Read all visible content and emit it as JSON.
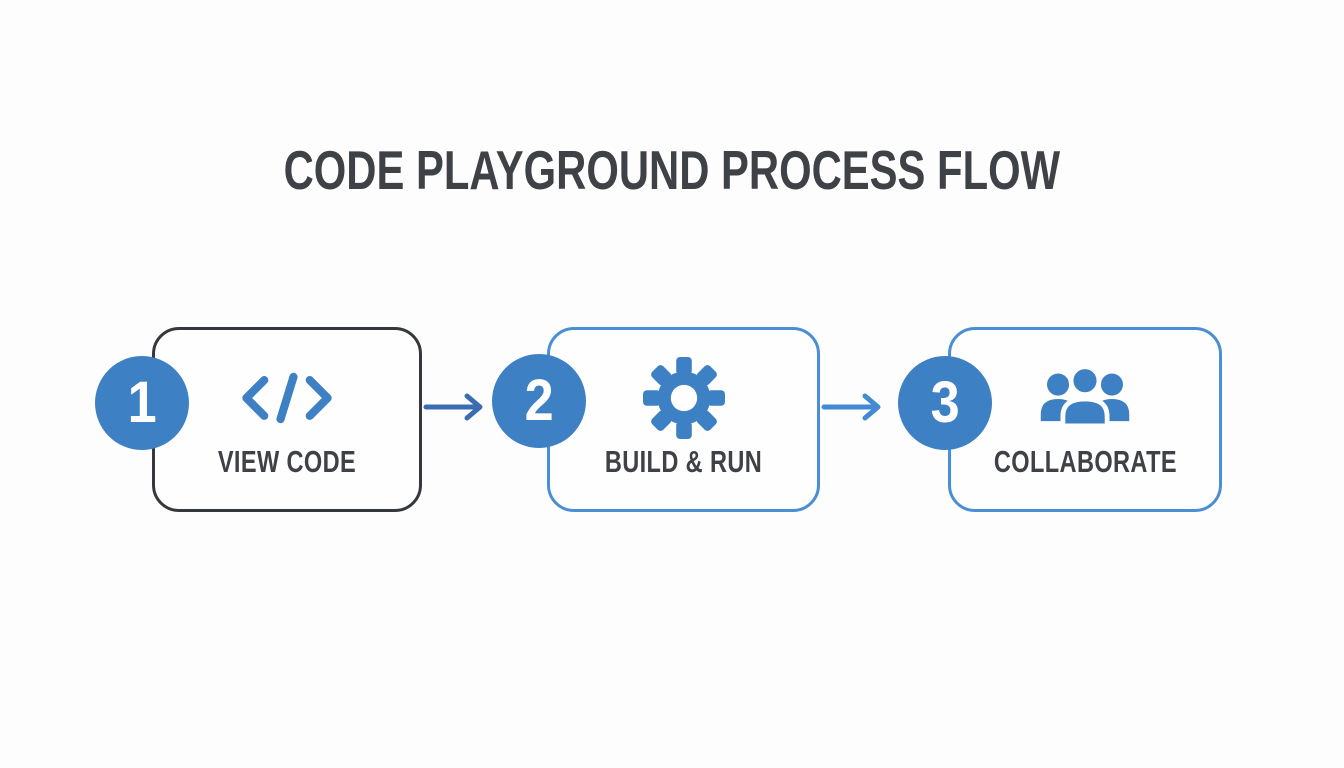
{
  "title": "CODE PLAYGROUND PROCESS FLOW",
  "colors": {
    "accent": "#3d80c4",
    "border_dark": "#35383c",
    "border_blue": "#4a8ed3",
    "text_dark": "#3e4247",
    "title": "#3e4146",
    "arrow_1": "#3b6cb2",
    "arrow_2": "#428ad2",
    "background": "#fdfdfd",
    "card": "#fefefe"
  },
  "steps": [
    {
      "number": "1",
      "label": "VIEW CODE",
      "icon": "code-icon"
    },
    {
      "number": "2",
      "label": "BUILD & RUN",
      "icon": "gear-icon"
    },
    {
      "number": "3",
      "label": "COLLABORATE",
      "icon": "users-icon"
    }
  ],
  "connectors": [
    {
      "name": "arrow-1",
      "direction": "right"
    },
    {
      "name": "arrow-2",
      "direction": "right"
    }
  ]
}
